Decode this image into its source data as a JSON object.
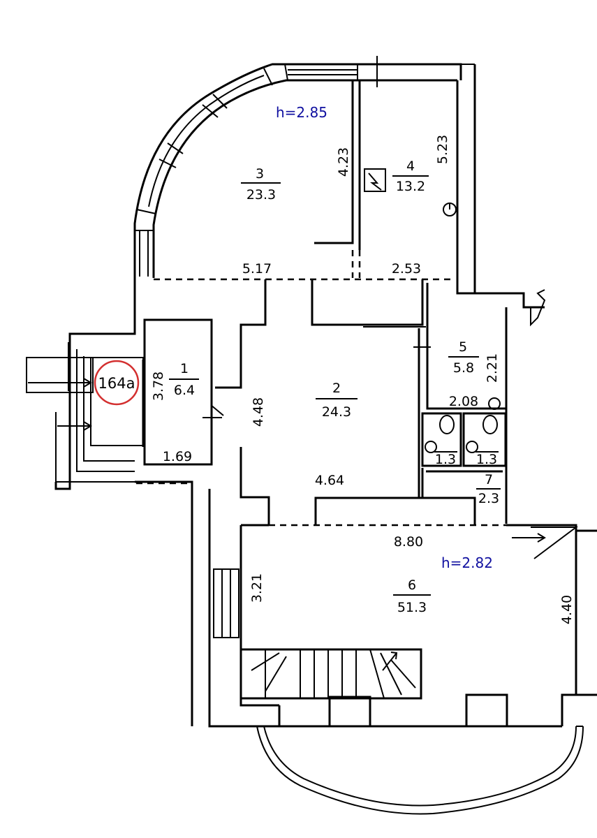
{
  "heights": {
    "upper": "h=2.85",
    "lower": "h=2.82"
  },
  "badge": {
    "text": "164a",
    "color": "#d32f2f"
  },
  "rooms": {
    "r1": {
      "num": "1",
      "area": "6.4"
    },
    "r2": {
      "num": "2",
      "area": "24.3"
    },
    "r3": {
      "num": "3",
      "area": "23.3"
    },
    "r4": {
      "num": "4",
      "area": "13.2"
    },
    "r5": {
      "num": "5",
      "area": "5.8"
    },
    "r6": {
      "num": "6",
      "area": "51.3"
    },
    "r7": {
      "num": "7",
      "area": "2.3"
    },
    "wc1": {
      "area": "1.3"
    },
    "wc2": {
      "area": "1.3"
    }
  },
  "dimensions": {
    "d423": "4.23",
    "d523": "5.23",
    "d517": "5.17",
    "d253": "2.53",
    "d378": "3.78",
    "d169": "1.69",
    "d448": "4.48",
    "d221": "2.21",
    "d208": "2.08",
    "d464": "4.64",
    "d880": "8.80",
    "d321": "3.21",
    "d440": "4.40"
  },
  "colors": {
    "wall": "#000000",
    "height_text": "#1010a0"
  }
}
